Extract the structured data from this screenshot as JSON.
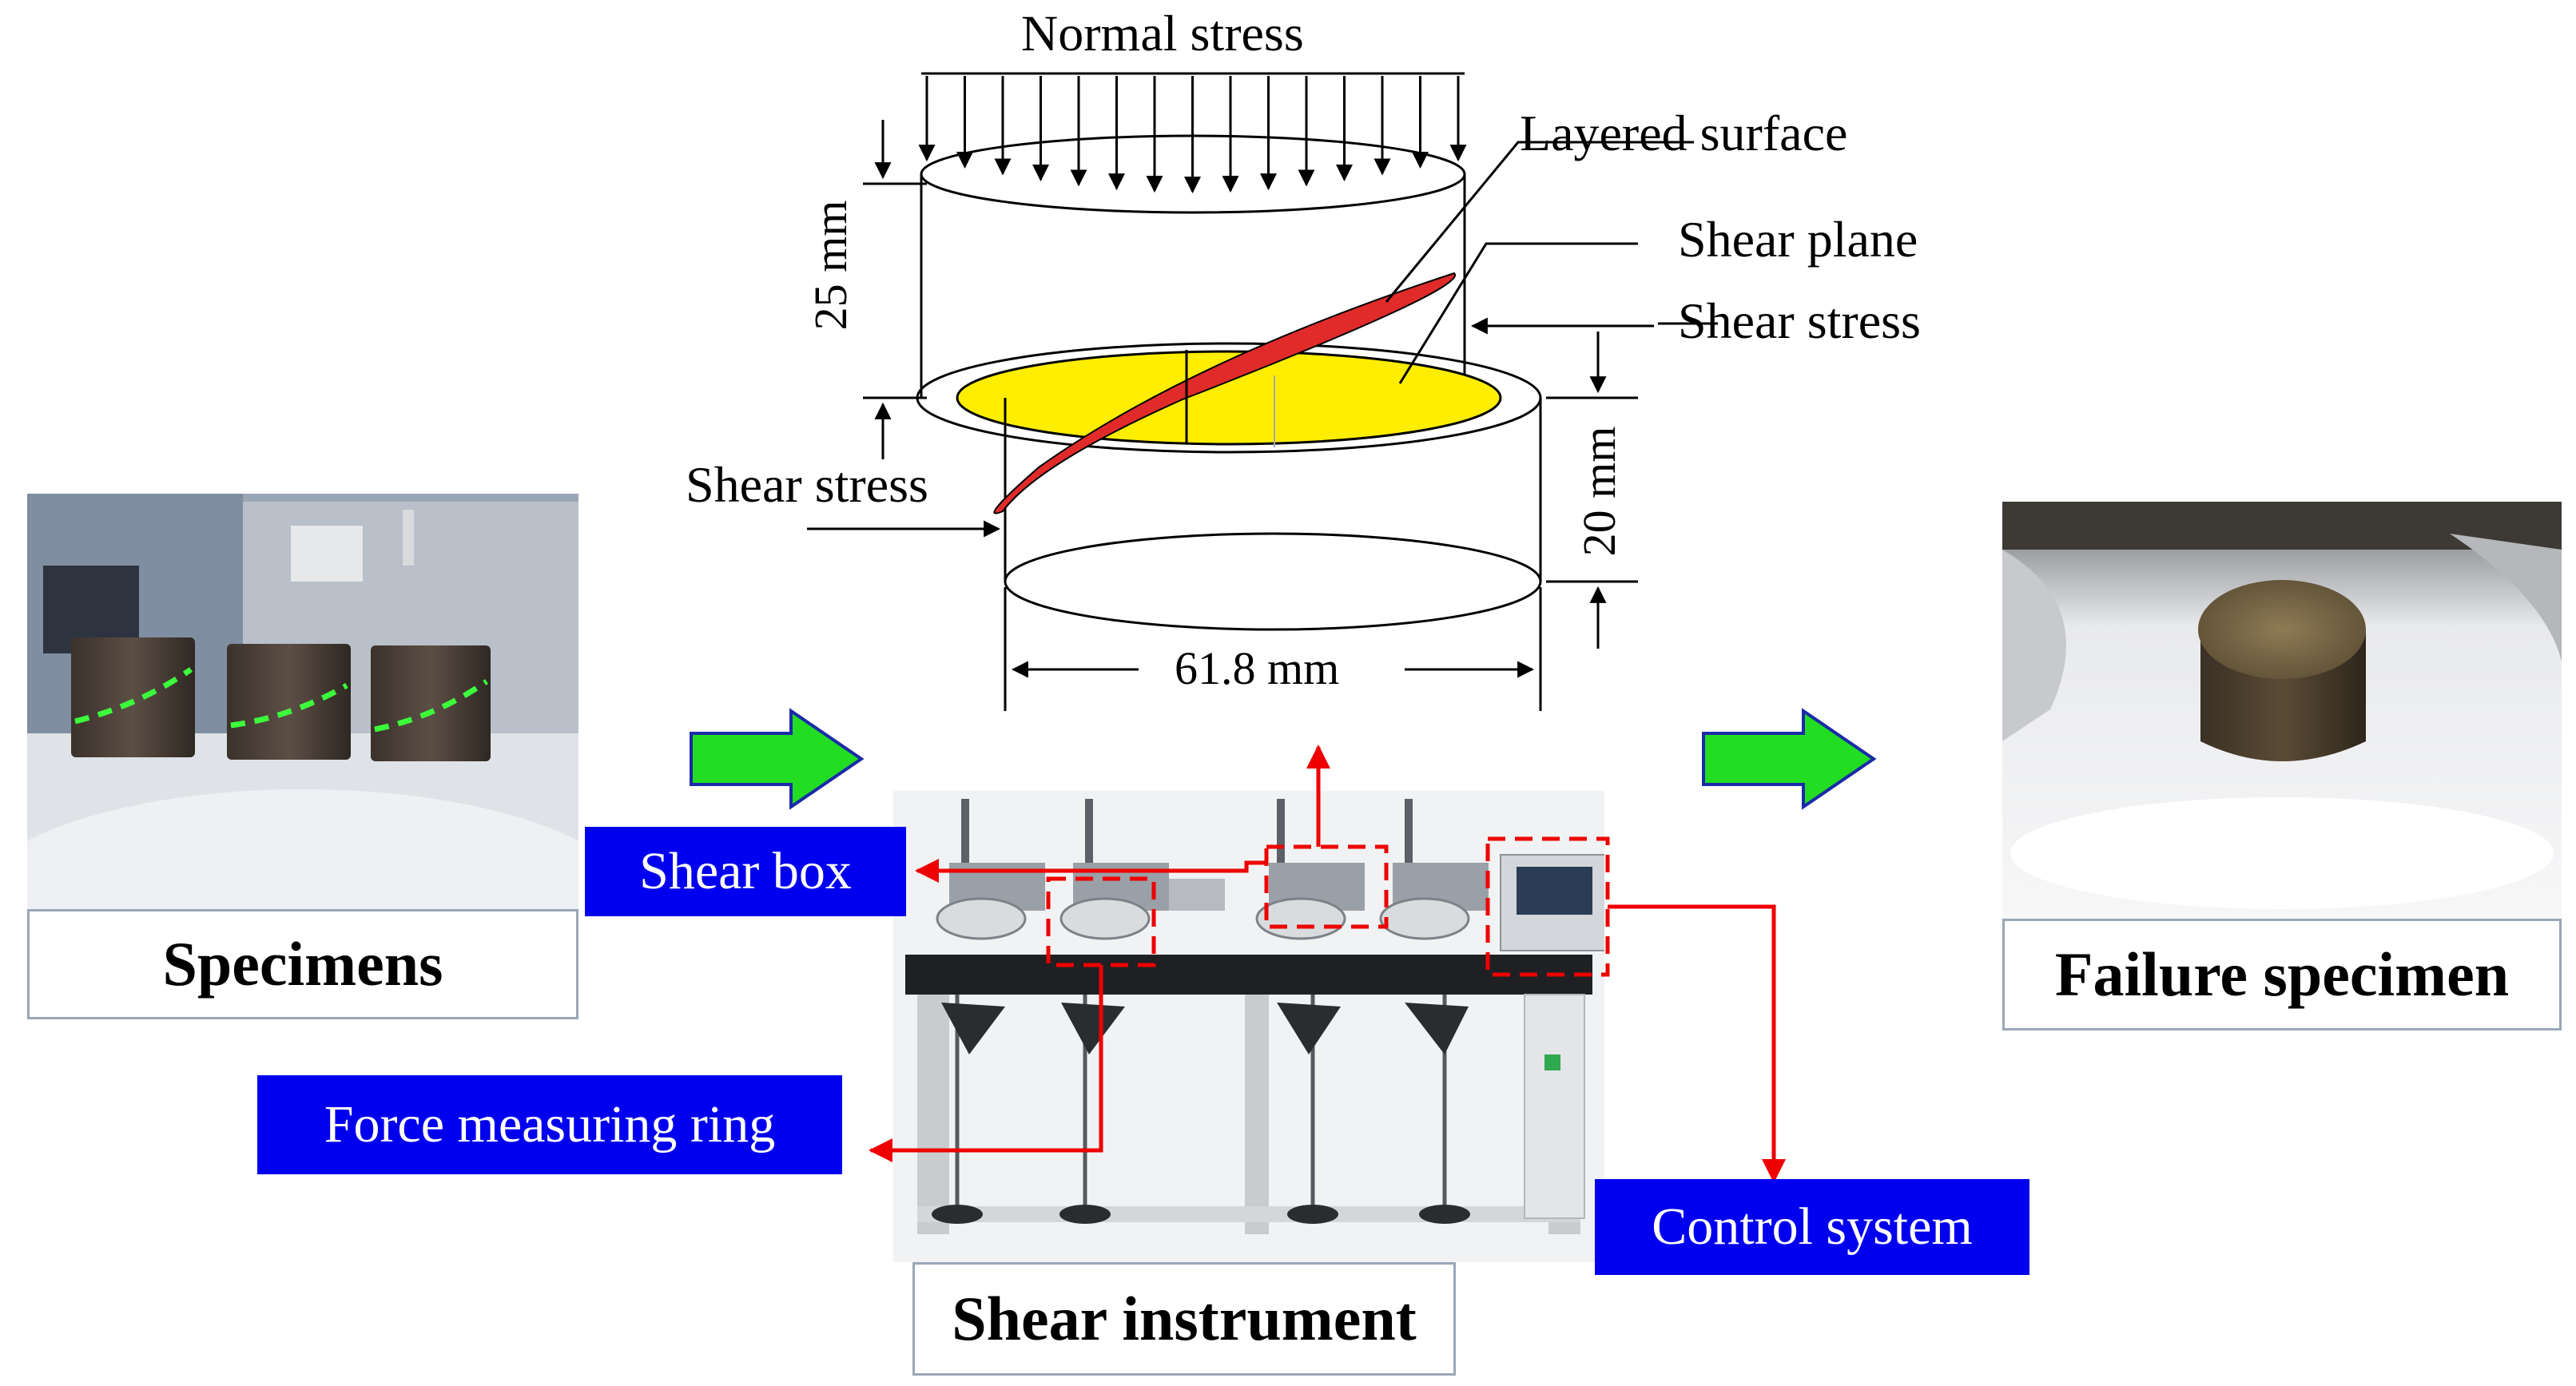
{
  "diagram": {
    "normal_stress": "Normal stress",
    "layered_surface": "Layered surface",
    "shear_plane": "Shear plane",
    "shear_stress_right": "Shear stress",
    "shear_stress_left": "Shear stress",
    "dim_25": "25 mm",
    "dim_20": "20 mm",
    "dim_diameter": "61.8 mm"
  },
  "captions": {
    "specimens": "Specimens",
    "shear_instrument": "Shear instrument",
    "failure_specimen": "Failure specimen"
  },
  "tags": {
    "shear_box": "Shear box",
    "force_ring": "Force measuring ring",
    "control_system": "Control system"
  },
  "colors": {
    "tag_blue": "#0000ee",
    "arrow_green": "#22dd22",
    "highlight_red": "#ee0000",
    "shear_plane_red": "#e12b2b",
    "layer_yellow": "#ffee00"
  }
}
